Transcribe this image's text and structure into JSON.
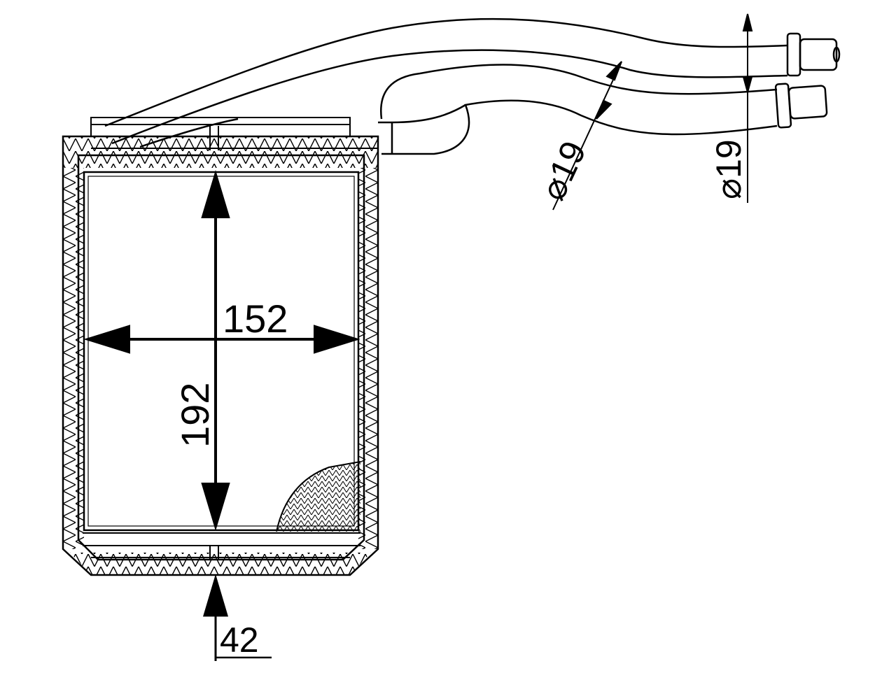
{
  "drawing": {
    "stroke_color": "#000000",
    "background_color": "#ffffff",
    "hatch_color": "#000000"
  },
  "dimensions": {
    "width": "152",
    "height": "192",
    "depth": "42",
    "pipe_diameter_1": "⌀19",
    "pipe_diameter_2": "⌀19"
  }
}
